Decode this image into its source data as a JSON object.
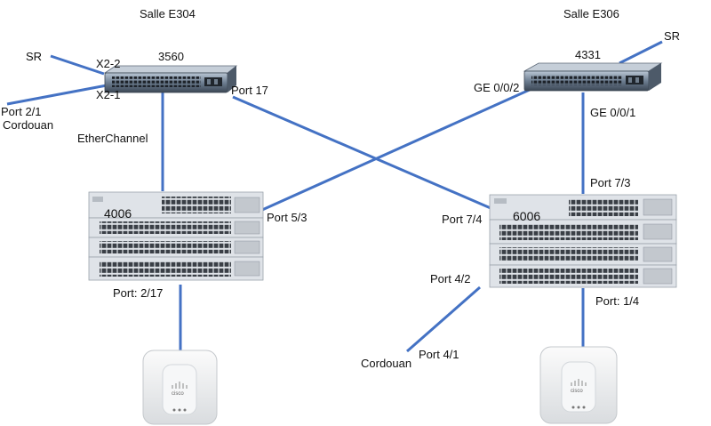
{
  "rooms": {
    "left": "Salle E304",
    "right": "Salle E306"
  },
  "devices": {
    "sw3560": {
      "name": "3560"
    },
    "sw4331": {
      "name": "4331"
    },
    "sw4006": {
      "name": "4006"
    },
    "sw6006": {
      "name": "6006"
    },
    "ap_left": {
      "brand": "cisco"
    },
    "ap_right": {
      "brand": "cisco"
    }
  },
  "labels": {
    "sr_left": "SR",
    "sr_right": "SR",
    "x2_2": "X2-2",
    "x2_1": "X2-1",
    "port_2_1": "Port 2/1",
    "cordouan_left": "Cordouan",
    "etherchannel": "EtherChannel",
    "port_17": "Port 17",
    "ge_0_0_2": "GE 0/0/2",
    "ge_0_0_1": "GE 0/0/1",
    "port_5_3": "Port 5/3",
    "port_7_3": "Port 7/3",
    "port_7_4": "Port 7/4",
    "port_2_17": "Port: 2/17",
    "port_4_2": "Port 4/2",
    "port_4_1": "Port 4/1",
    "cordouan_bottom": "Cordouan",
    "port_1_4": "Port: 1/4"
  },
  "colors": {
    "link": "#4472c4",
    "switch_body": "#dfe3e8",
    "port": "#3a3f46"
  }
}
